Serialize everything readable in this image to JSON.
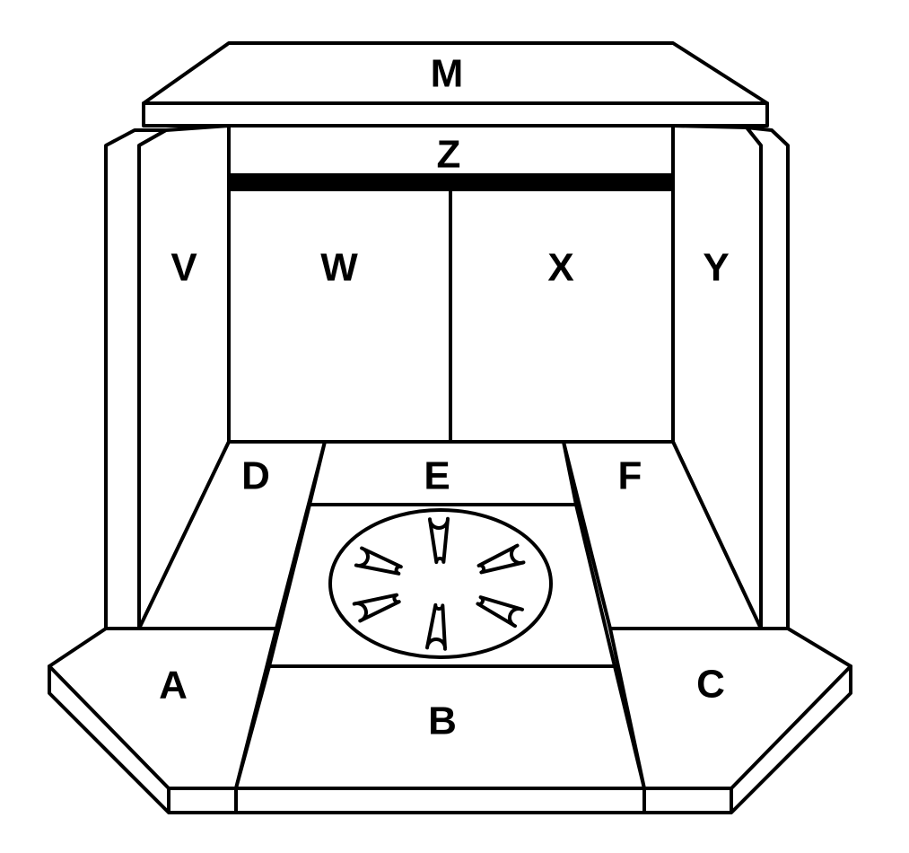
{
  "highlight_color": "#ff0000",
  "labels": {
    "M": "M",
    "Z": "Z",
    "V": "V",
    "W": "W",
    "X": "X",
    "Y": "Y",
    "D": "D",
    "E": "E",
    "F": "F",
    "A": "A",
    "B": "B",
    "C": "C"
  },
  "highlighted_part": "D"
}
